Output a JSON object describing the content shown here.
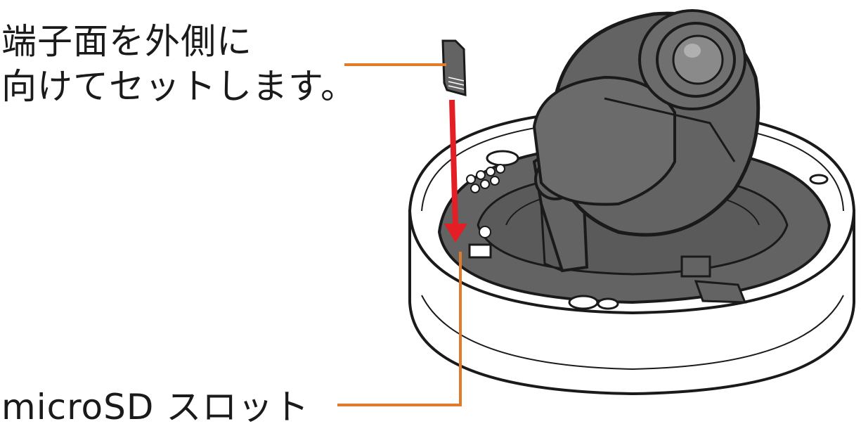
{
  "callouts": {
    "card_orientation": {
      "line1": "端子面を外側に",
      "line2": "向けてセットします。"
    },
    "slot": {
      "label": "microSD スロット"
    }
  },
  "colors": {
    "leader_line": "#e07b2a",
    "arrow": "#e31e24",
    "camera_body": "#636363",
    "outline": "#1a1a1a",
    "housing": "#ffffff"
  }
}
